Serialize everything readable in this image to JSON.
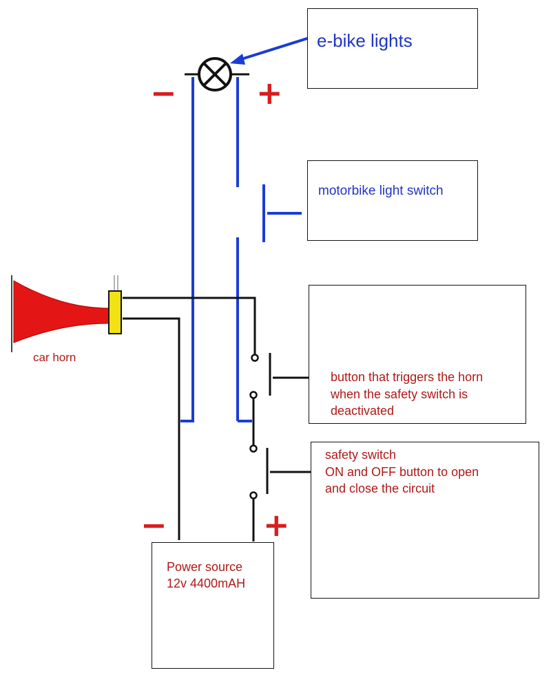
{
  "labels": {
    "ebike_lights": "e-bike lights",
    "motorbike_switch": "motorbike light switch",
    "car_horn": "car horn",
    "horn_button": [
      "button that triggers the horn",
      "when the safety switch is",
      "deactivated"
    ],
    "safety_switch": [
      "safety switch",
      "ON and OFF button to open",
      "and close the circuit"
    ],
    "power_source": [
      "Power source",
      "12v 4400mAH"
    ]
  },
  "signs": {
    "lamp_negative": "−",
    "lamp_positive": "+",
    "power_negative": "−",
    "power_positive": "+"
  },
  "colors": {
    "wire_black": "#111111",
    "wire_blue": "#1a3cd6",
    "label_blue": "#1f35c4",
    "label_red": "#b01818",
    "sign_red": "#d81e1e",
    "horn_red": "#e31515",
    "horn_connector": "#f3e117"
  },
  "icons": {
    "lamp": "lamp-symbol",
    "horn": "car-horn-shape",
    "button_photo": "push-button-photo",
    "toggle_photo": "toggle-switch-photo"
  }
}
